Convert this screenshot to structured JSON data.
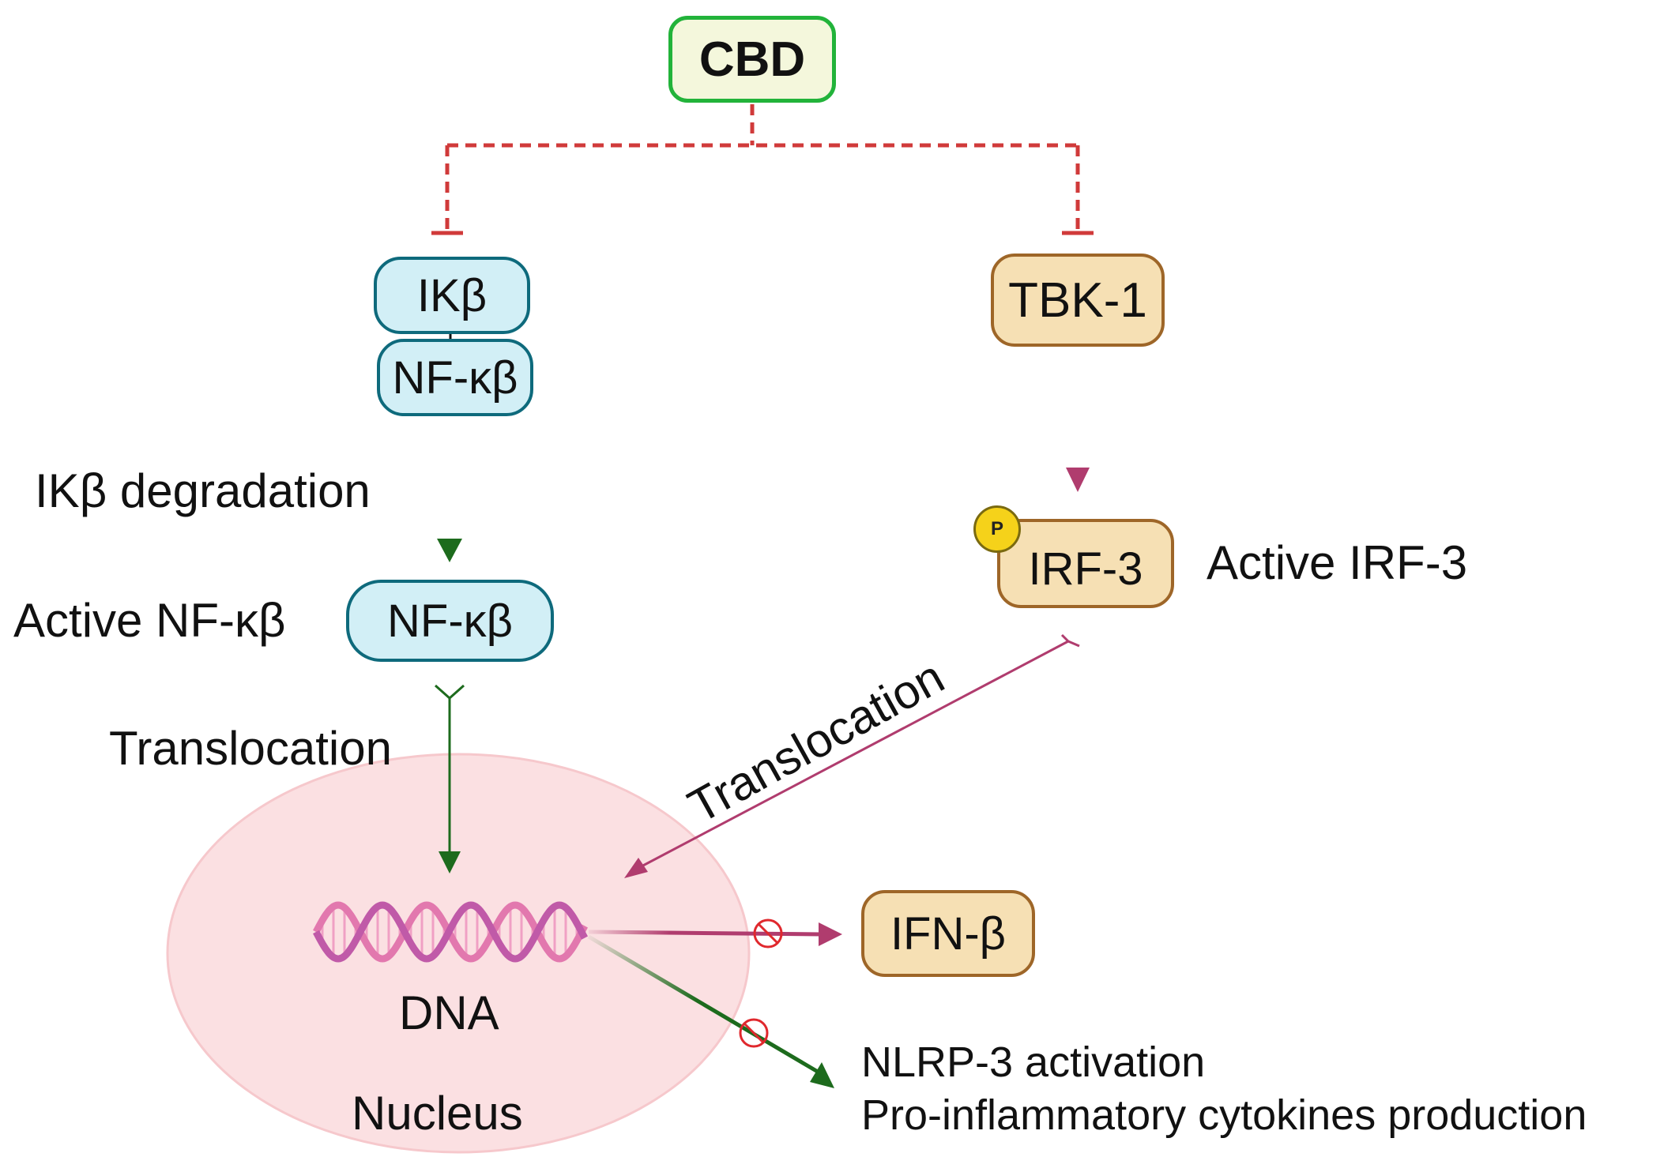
{
  "nodes": {
    "cbd": "CBD",
    "ikb": "IKβ",
    "nfkb_bound": "NF-κβ",
    "nfkb_active": "NF-κβ",
    "tbk1": "TBK-1",
    "irf3": "IRF-3",
    "phospho_badge": "P",
    "ifnb": "IFN-β"
  },
  "labels": {
    "ikb_degradation": "IKβ degradation",
    "active_nfkb": "Active NF-κβ",
    "translocation_left": "Translocation",
    "active_irf3": "Active IRF-3",
    "translocation_right": "Translocation",
    "dna": "DNA",
    "nucleus": "Nucleus",
    "nlrp3_activation": "NLRP-3 activation",
    "proinflammatory": "Pro-inflammatory cytokines production"
  },
  "colors": {
    "inhibition_dashed": "#d03a3a",
    "nfkb_pathway": "#1d6b1d",
    "irf3_pathway": "#b03c6e",
    "cbd_border": "#22b33a",
    "nfkb_fill": "#d2eff6",
    "nfkb_border": "#0e6a7c",
    "tbk_fill": "#f6e0b4",
    "tbk_border": "#9e6628",
    "nucleus_fill": "#fbe0e2",
    "block_symbol": "#e0282d"
  }
}
